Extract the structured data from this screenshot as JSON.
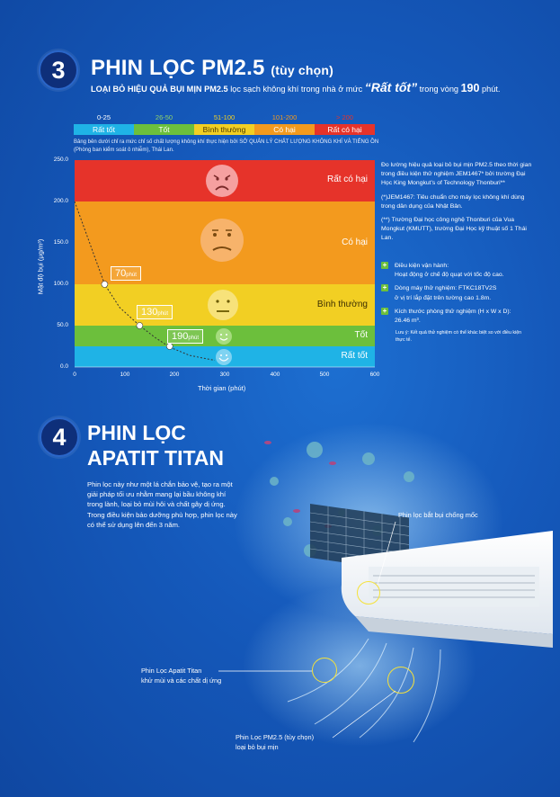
{
  "section3": {
    "number": "3",
    "title": "PHIN LỌC PM2.5",
    "title_suffix": "(tùy chọn)",
    "subtitle_pre": "LOẠI BỎ HIỆU QUẢ BỤI MỊN PM2.5",
    "subtitle_mid": " lọc sạch không khí trong nhà ở mức ",
    "subtitle_quote": "“Rất tốt”",
    "subtitle_mid2": " trong vòng ",
    "subtitle_num": "190",
    "subtitle_end": " phút."
  },
  "legend": [
    {
      "range": "0-25",
      "label": "Rất tốt",
      "color": "#1fb3e6",
      "range_color": "#ffffff"
    },
    {
      "range": "26-50",
      "label": "Tốt",
      "color": "#6cbf3c",
      "range_color": "#8fd36a"
    },
    {
      "range": "51-100",
      "label": "Bình thường",
      "color": "#f2cf23",
      "range_color": "#f2cf23"
    },
    {
      "range": "101-200",
      "label": "Có hại",
      "color": "#f39a1e",
      "range_color": "#f39a1e"
    },
    {
      "range": "> 200",
      "label": "Rất có hại",
      "color": "#e6332a",
      "range_color": "#e6332a"
    }
  ],
  "legend_note_1": "Bảng bên dưới chỉ ra mức chỉ số chất lượng không khí thực hiện bởi SỞ QUẢN LÝ CHẤT LƯỢNG KHÔNG KHÍ VÀ TIẾNG ỒN",
  "legend_note_2": "(Phòng ban kiểm soát ô nhiễm), Thái Lan.",
  "chart_data": {
    "type": "line",
    "xlabel": "Thời gian (phút)",
    "ylabel": "Mật độ bụi (μg/m³)",
    "xlim": [
      0,
      600
    ],
    "ylim": [
      0,
      250
    ],
    "xticks": [
      "0",
      "100",
      "200",
      "300",
      "400",
      "500",
      "600"
    ],
    "yticks": [
      "0.0",
      "50.0",
      "100.0",
      "150.0",
      "200.0",
      "250.0"
    ],
    "bands": [
      {
        "label": "Rất có hại",
        "from": 200,
        "to": 250,
        "color": "#e6332a"
      },
      {
        "label": "Có hại",
        "from": 100,
        "to": 200,
        "color": "#f39a1e"
      },
      {
        "label": "Bình thường",
        "from": 50,
        "to": 100,
        "color": "#f2cf23"
      },
      {
        "label": "Tốt",
        "from": 25,
        "to": 50,
        "color": "#6cbf3c"
      },
      {
        "label": "Rất tốt",
        "from": 0,
        "to": 25,
        "color": "#1fb3e6"
      }
    ],
    "series": [
      {
        "x": [
          0,
          30,
          60,
          90,
          130,
          160,
          190,
          230,
          280
        ],
        "y": [
          200,
          150,
          100,
          72,
          50,
          36,
          24,
          14,
          8
        ]
      }
    ],
    "annotations": [
      {
        "value": "70",
        "unit": "phút",
        "x": 60,
        "y": 100
      },
      {
        "value": "130",
        "unit": "phút",
        "x": 130,
        "y": 50
      },
      {
        "value": "190",
        "unit": "phút",
        "x": 190,
        "y": 25
      }
    ]
  },
  "right_notes": {
    "p1": "Đo lường hiệu quả loại bỏ bụi mịn PM2.5 theo thời gian trong điều kiện thử nghiệm JEM1467* bởi trường Đại Học King Mongkut’s of Technology Thonburi**",
    "p2": "(*)JEM1467: Tiêu chuẩn cho máy lọc không khí dùng trong dân dụng của Nhật Bản.",
    "p3": "(**) Trường Đại học công nghệ Thonburi của Vua Mongkut (KMUTT), trường Đại Học kỹ thuật số 1 Thái Lan.",
    "items": [
      {
        "icon": "+",
        "line1": "Điều kiện vận hành:",
        "line2": "Hoạt động ở chế độ quạt với tốc độ cao."
      },
      {
        "icon": "+",
        "line1": "Dòng máy thử nghiệm: FTKC18TV2S",
        "line2": "ở vị trí lắp đặt trên tường cao 1.8m."
      },
      {
        "icon": "+",
        "line1": "Kích thước phòng thử nghiệm (H x W x D):",
        "line2": "26.46 m³."
      }
    ],
    "footnote": "Lưu ý: Kết quả thử nghiệm có thể khác biệt so với điều kiện thực tế."
  },
  "section4": {
    "number": "4",
    "title_line1": "PHIN LỌC",
    "title_line2": "APATIT TITAN",
    "para1": "Phin lọc này như một lá chắn bảo vệ, tạo ra một giải pháp tối ưu nhằm mang lại bầu không khí trong lành, loại bỏ mùi hôi và chất gây dị ứng.",
    "para2": "Trong điều kiện bảo dưỡng phù hợp, phin lọc này có thể sử dụng lên đến 3 năm.",
    "callout_mold": "Phin lọc bắt bụi chống mốc",
    "callout_apatit_1": "Phin Lọc Apatit Titan",
    "callout_apatit_2": "khử mùi và các chất dị ứng",
    "callout_pm_1": "Phin Lọc PM2.5 (tùy chọn)",
    "callout_pm_2": "loại bỏ bụi mịn"
  }
}
